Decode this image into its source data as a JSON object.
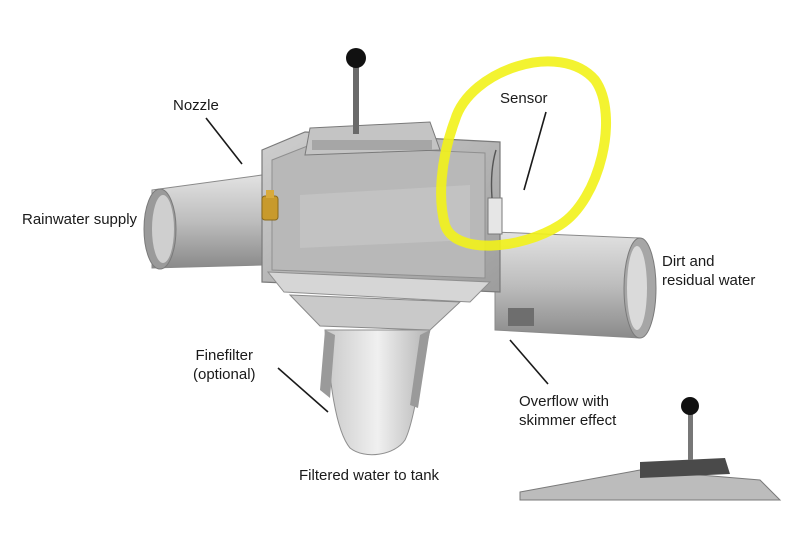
{
  "labels": {
    "nozzle": "Nozzle",
    "sensor": "Sensor",
    "rainwater_supply": "Rainwater supply",
    "dirt_residual": "Dirt and\nresidual water",
    "finefilter": "Finefilter\n(optional)",
    "overflow": "Overflow with\nskimmer effect",
    "filtered_water": "Filtered water to tank"
  },
  "colors": {
    "pipe_light": "#d2d2d2",
    "pipe_mid": "#a9a9a9",
    "pipe_dark": "#7c7c7c",
    "inner": "#bdbdbd",
    "highlight": "#f2f21a",
    "brass": "#c89a2c",
    "knob": "#111111"
  }
}
